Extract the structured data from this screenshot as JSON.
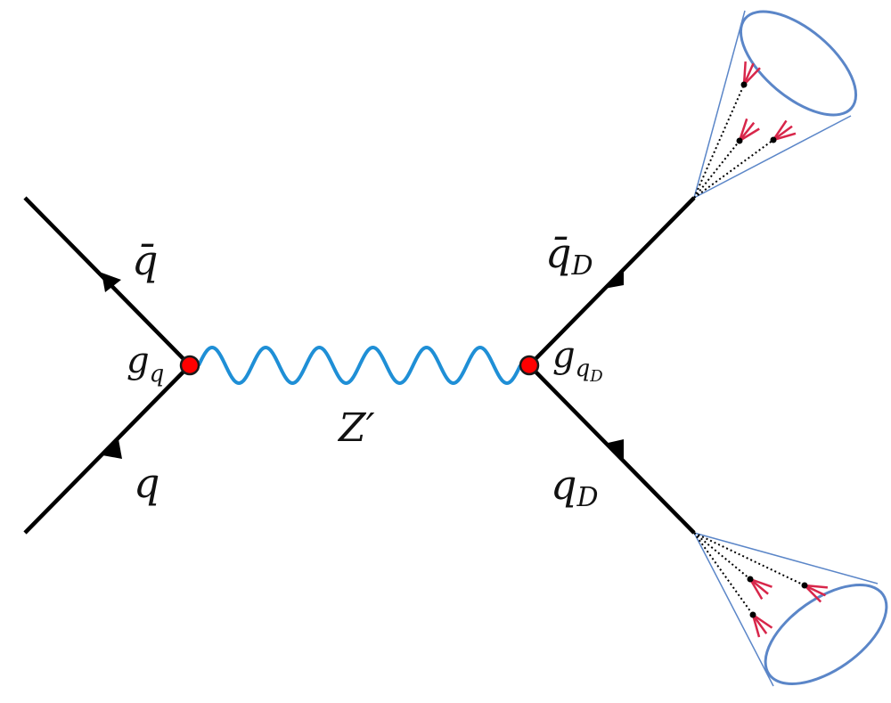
{
  "labels": {
    "qbar": "q̄",
    "q": "q",
    "qbar_D_main": "q̄",
    "qbar_D_sub": "D",
    "q_D_main": "q",
    "q_D_sub": "D",
    "g_q_main": "g",
    "g_q_sub": "q",
    "g_qD_main": "g",
    "g_qD_sub": "q",
    "g_qD_subsub": "D",
    "zprime": "Z′"
  },
  "colors": {
    "fermion_line": "#000000",
    "boson": "#1f8fd6",
    "vertex_fill": "#ff0000",
    "vertex_stroke": "#1a1a1a",
    "cone": "#5b86c8",
    "shower": "#d8264a",
    "dotted": "#000000"
  },
  "icons": {
    "vertex": "red-circle-vertex",
    "arrow": "filled-triangle-arrowhead",
    "jet": "dark-shower-cone"
  }
}
